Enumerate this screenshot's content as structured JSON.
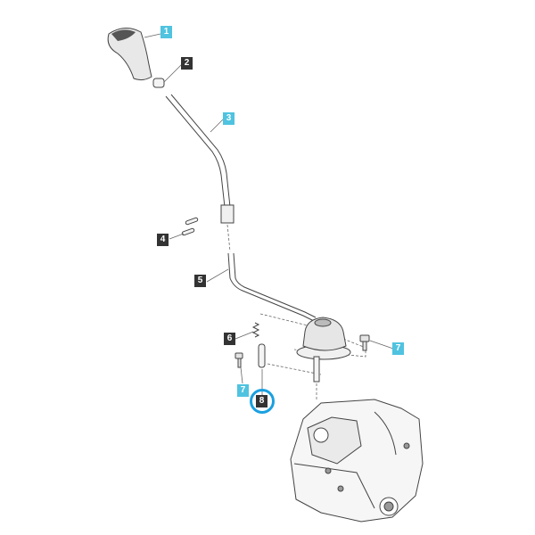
{
  "callouts": [
    {
      "id": "1",
      "label": "1",
      "style": "cyan"
    },
    {
      "id": "2",
      "label": "2",
      "style": "dark"
    },
    {
      "id": "3",
      "label": "3",
      "style": "cyan"
    },
    {
      "id": "4",
      "label": "4",
      "style": "dark"
    },
    {
      "id": "5",
      "label": "5",
      "style": "dark"
    },
    {
      "id": "6",
      "label": "6",
      "style": "dark"
    },
    {
      "id": "7a",
      "label": "7",
      "style": "cyan"
    },
    {
      "id": "7b",
      "label": "7",
      "style": "cyan"
    },
    {
      "id": "8",
      "label": "8",
      "style": "dark"
    }
  ],
  "highlighted_callout": "8",
  "colors": {
    "cyan": "#4fc3e0",
    "dark": "#333333",
    "highlight": "#1aa0e0",
    "line": "#444444"
  }
}
